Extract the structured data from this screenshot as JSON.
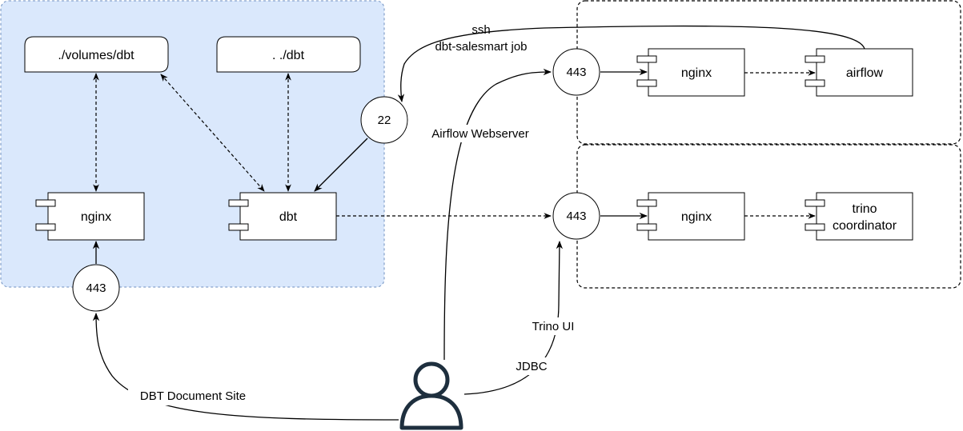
{
  "volumes": {
    "volumes_dbt": "./volumes/dbt",
    "parent_dbt": ". ./dbt"
  },
  "components": {
    "left_nginx": "nginx",
    "dbt": "dbt",
    "airflow_nginx": "nginx",
    "airflow": "airflow",
    "trino_nginx": "nginx",
    "trino_coordinator_line1": "trino",
    "trino_coordinator_line2": "coordinator"
  },
  "ports": {
    "ssh_port": "22",
    "airflow_https": "443",
    "trino_https": "443",
    "dbt_docs_https": "443"
  },
  "edge_labels": {
    "ssh_line1": "ssh",
    "ssh_line2": "dbt-salesmart job",
    "airflow_webserver": "Airflow Webserver",
    "trino_ui": "Trino UI",
    "jdbc": "JDBC",
    "dbt_document_site": "DBT Document Site"
  },
  "colors": {
    "group_fill": "#dae8fc",
    "group_stroke": "#6c8ebf",
    "stroke": "#000000",
    "user_icon": "#1e2f3e"
  }
}
